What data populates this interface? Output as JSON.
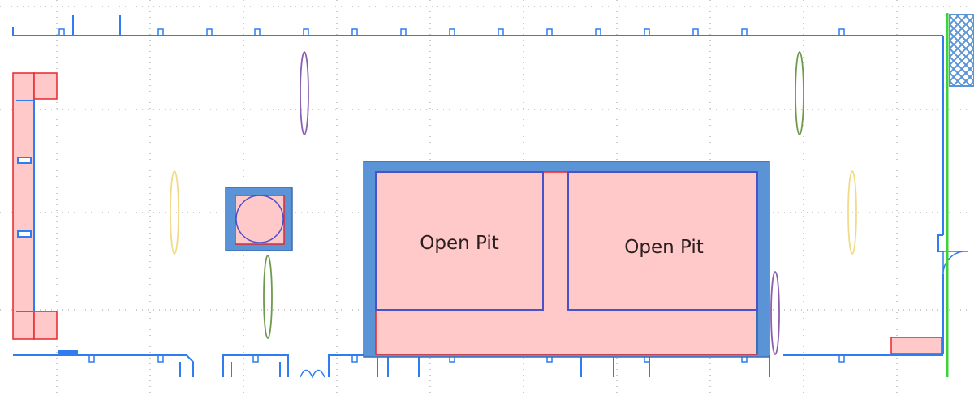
{
  "colors": {
    "wall": "#2f7df0",
    "structure_fill": "#5b94d6",
    "structure_stroke": "#3b6fb5",
    "zone_fill": "#ffc9c9",
    "zone_stroke": "#e8262a",
    "pit_outline": "#4a52c8",
    "grid": "#9a9a9a",
    "boundary": "#3cd23c",
    "hatch": "#5b94d6",
    "marker_purple": "#8a5fb0",
    "marker_green": "#6f9a4c",
    "marker_yellow": "#f0dc88"
  },
  "diagram": {
    "pits": [
      {
        "label": "Open Pit"
      },
      {
        "label": "Open Pit"
      }
    ],
    "markers": [
      {
        "color": "purple"
      },
      {
        "color": "green"
      },
      {
        "color": "yellow"
      },
      {
        "color": "green"
      },
      {
        "color": "yellow"
      },
      {
        "color": "purple"
      }
    ],
    "icons": [
      "hatched-panel-icon",
      "door-swing-icon",
      "round-column-icon"
    ]
  }
}
